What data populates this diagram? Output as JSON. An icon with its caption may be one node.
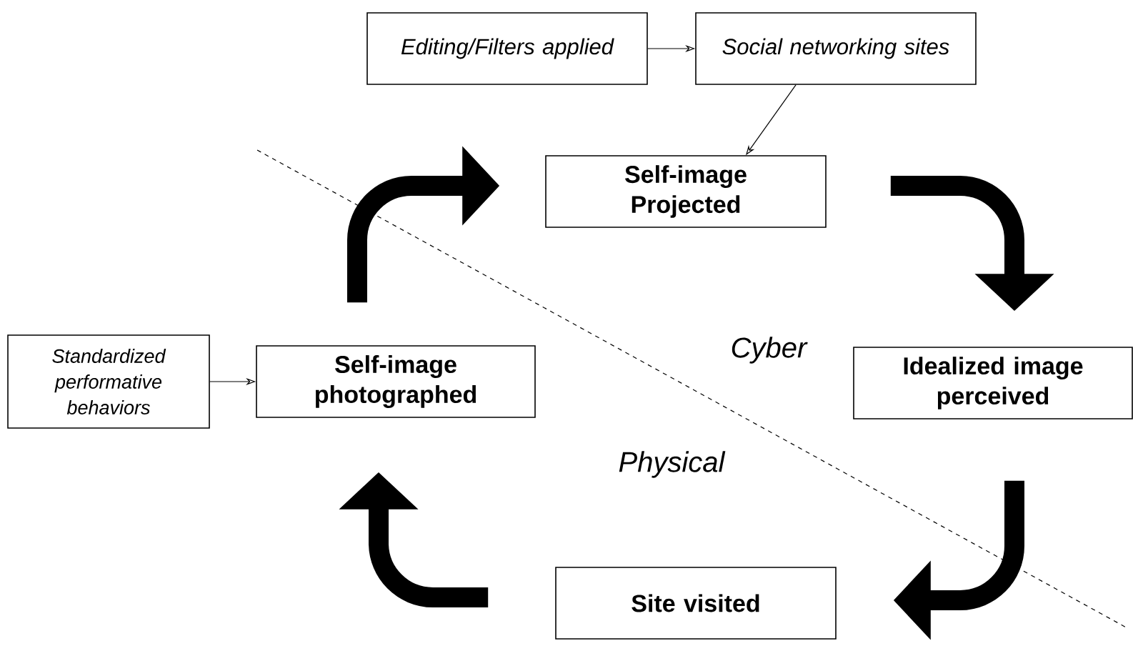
{
  "diagram": {
    "nodes": [
      {
        "text": [
          "Editing/Filters applied"
        ]
      },
      {
        "text": [
          "Social networking sites"
        ]
      },
      {
        "text": [
          "Self-image Projected"
        ]
      },
      {
        "text": [
          "Standardized performative behaviors"
        ]
      },
      {
        "text": [
          "Self-image photographed"
        ]
      },
      {
        "text": [
          "Idealized image perceived"
        ]
      },
      {
        "text": [
          "Site visited"
        ]
      }
    ],
    "edges": [
      {
        "from": 0,
        "to": 1,
        "arrow": "to"
      },
      {
        "from": 1,
        "to": 2,
        "arrow": "to"
      },
      {
        "from": 3,
        "to": 4,
        "arrow": "to"
      },
      {
        "from": 4,
        "to": 2,
        "arrow": "to"
      },
      {
        "from": 2,
        "to": 5,
        "arrow": "to"
      },
      {
        "from": 5,
        "to": 6,
        "arrow": "to"
      },
      {
        "from": 6,
        "to": 4,
        "arrow": "to"
      }
    ],
    "labels": [
      "Cyber",
      "Physical"
    ]
  }
}
